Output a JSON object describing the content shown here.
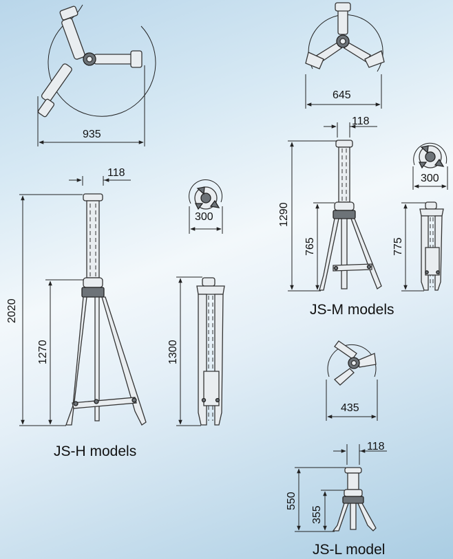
{
  "models": {
    "jsh": {
      "caption": "JS-H models",
      "top_width": "935",
      "column_width": "118",
      "total_height": "2020",
      "leg_height": "1270",
      "folded_width": "300",
      "folded_height": "1300"
    },
    "jsm": {
      "caption": "JS-M models",
      "top_width": "645",
      "column_width": "118",
      "total_height": "1290",
      "leg_height": "765",
      "folded_width": "300",
      "folded_height": "775"
    },
    "jsl": {
      "caption": "JS-L model",
      "top_width": "435",
      "column_width": "118",
      "total_height": "550",
      "leg_height": "355"
    }
  }
}
